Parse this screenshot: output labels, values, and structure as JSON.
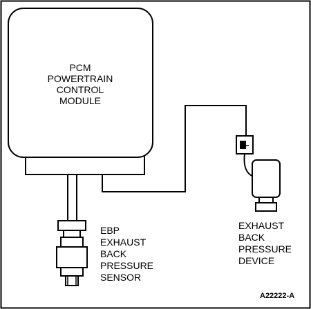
{
  "pcm": {
    "lines": [
      "PCM",
      "POWERTRAIN",
      "CONTROL",
      "MODULE"
    ]
  },
  "sensor": {
    "lines": [
      "EBP",
      "EXHAUST",
      "BACK",
      "PRESSURE",
      "SENSOR"
    ]
  },
  "device": {
    "lines": [
      "EXHAUST",
      "BACK",
      "PRESSURE",
      "DEVICE"
    ]
  },
  "figure_id": "A22222-A",
  "colors": {
    "line": "#000000",
    "background": "#ffffff"
  }
}
